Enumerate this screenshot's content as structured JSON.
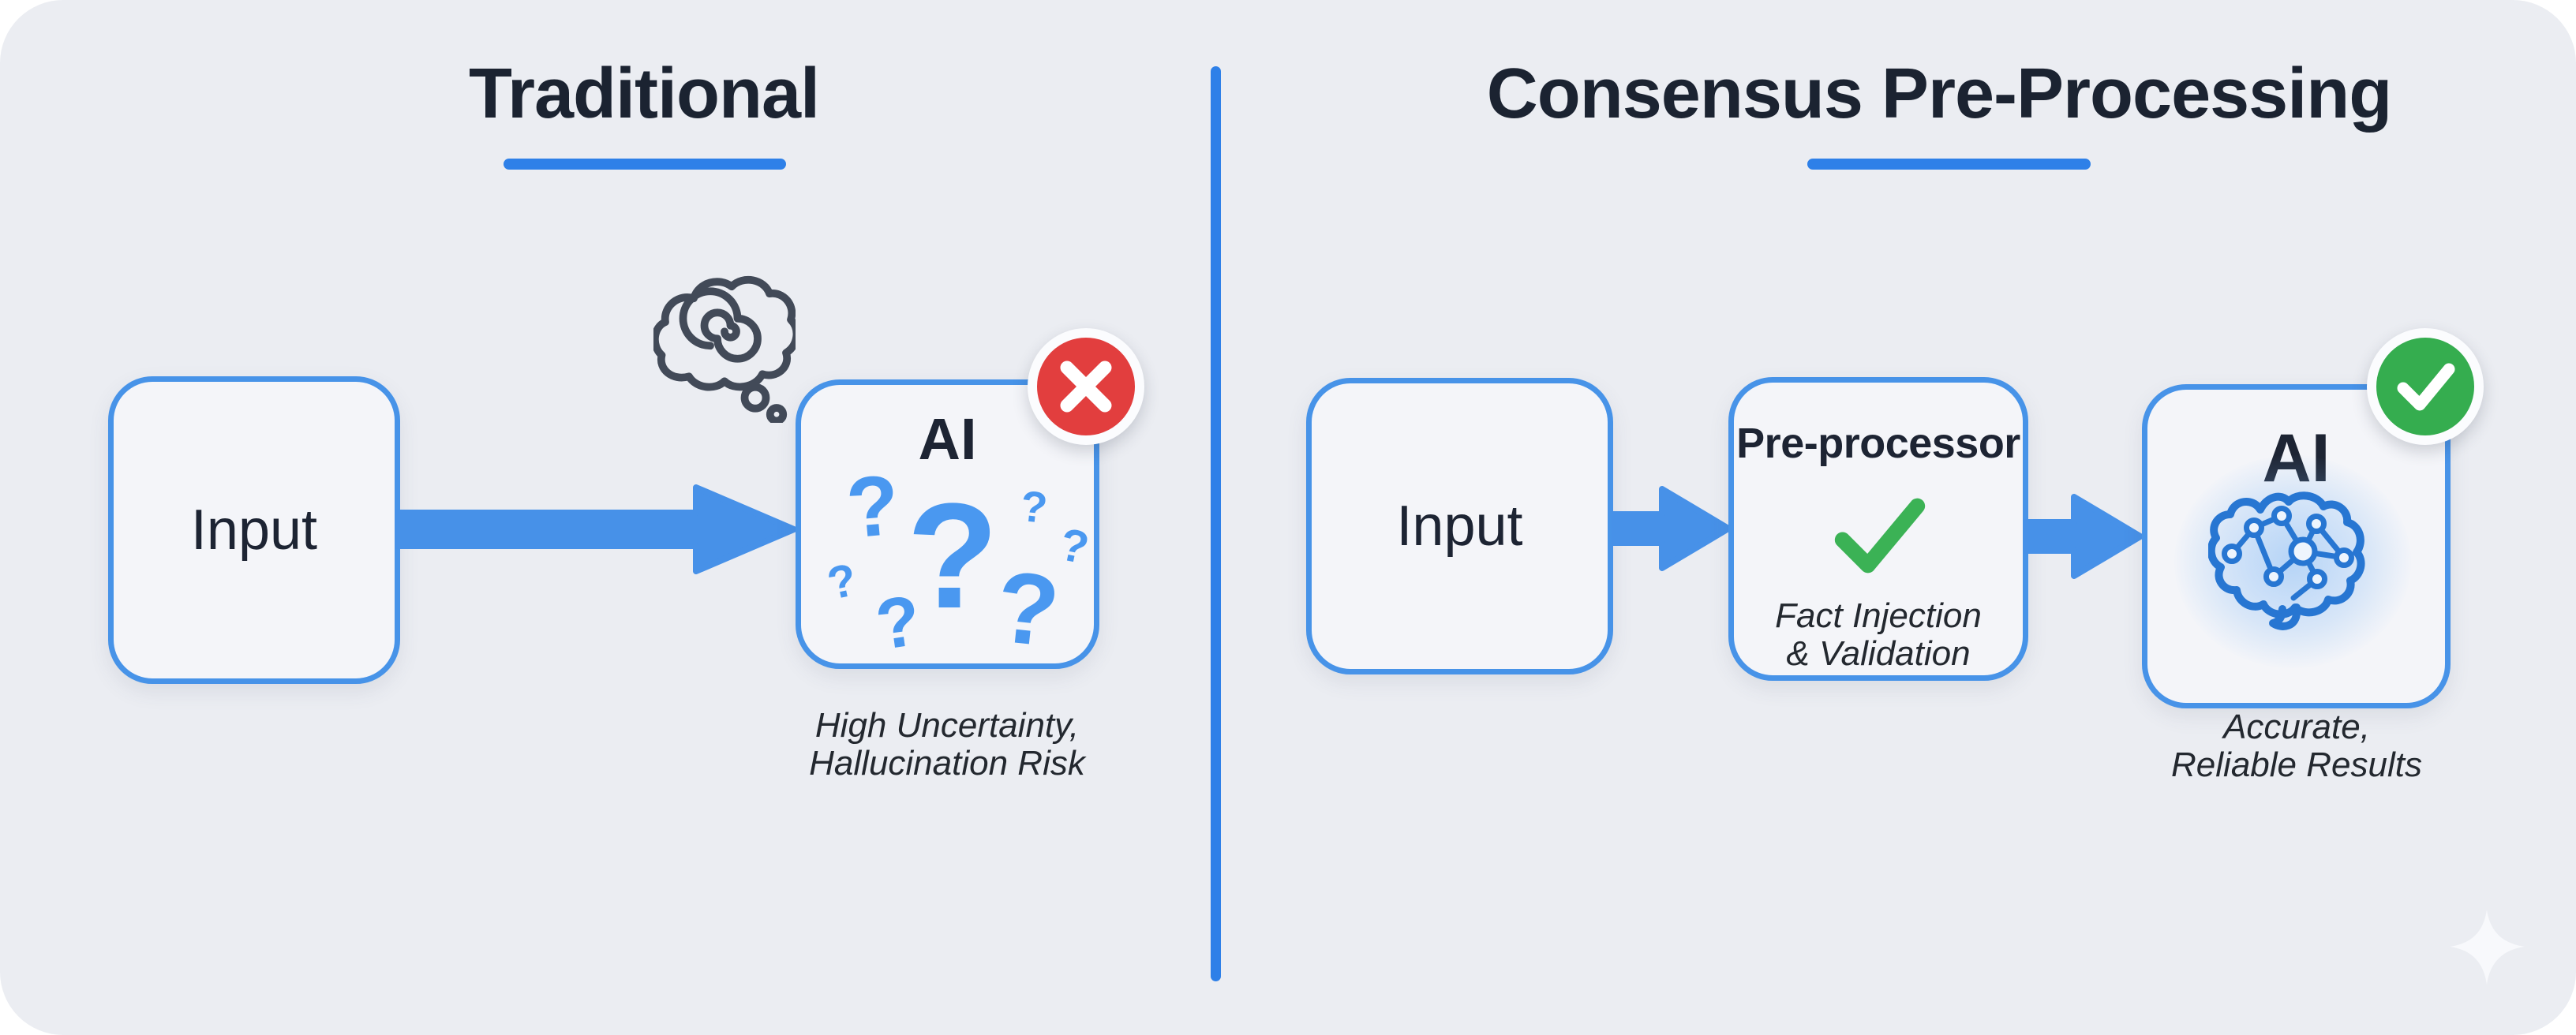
{
  "left": {
    "title": "Traditional",
    "input_label": "Input",
    "ai_label": "AI",
    "question_marks": [
      "?",
      "?",
      "?",
      "?",
      "?",
      "?",
      "?"
    ],
    "caption_line1": "High Uncertainty,",
    "caption_line2": "Hallucination Risk"
  },
  "right": {
    "title": "Consensus Pre-Processing",
    "input_label": "Input",
    "preprocessor": {
      "title": "Pre-processor",
      "caption_line1": "Fact Injection",
      "caption_line2": "& Validation"
    },
    "ai_label": "AI",
    "caption_line1": "Accurate,",
    "caption_line2": "Reliable Results"
  },
  "icons": {
    "thought_cloud": "cloud-with-spiral",
    "error_badge": "✕",
    "success_badge": "✓",
    "validation_check": "✓",
    "ai_brain": "brain-network",
    "sparkle": "✦",
    "flow_arrow": "→"
  },
  "colors": {
    "panel_bg": "#ebedf2",
    "box_bg": "#f4f5f9",
    "box_border": "#4793e8",
    "arrow_blue": "#4791e8",
    "accent_blue": "#2e80e8",
    "question_blue": "#4a98f0",
    "error_red": "#e23e3e",
    "success_green": "#35ad4f",
    "check_green": "#3bb255",
    "brain_blue": "#2776d2",
    "text_dark": "#1b2331"
  }
}
